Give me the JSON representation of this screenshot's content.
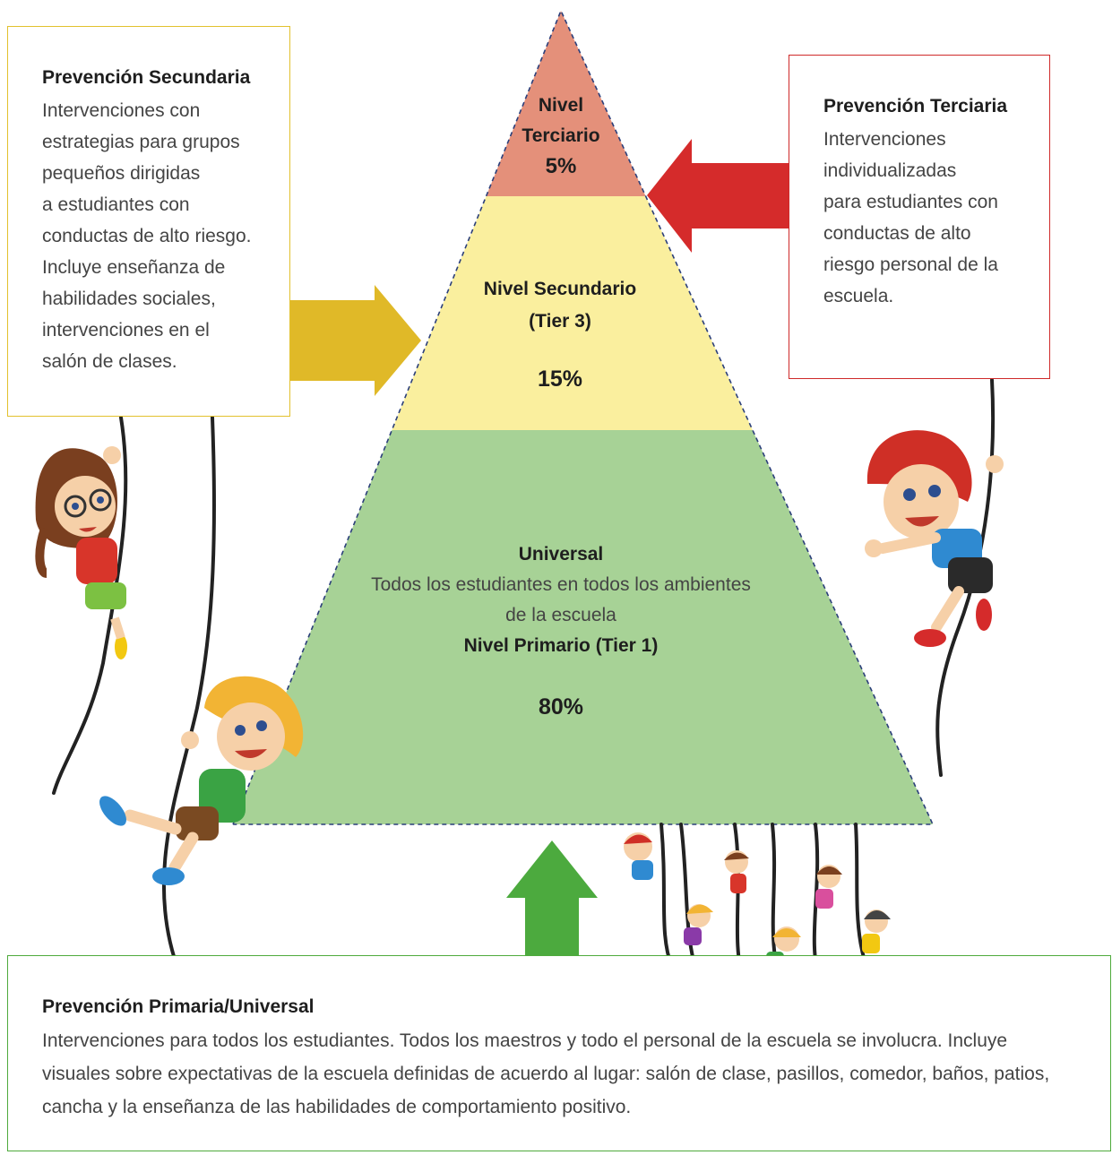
{
  "colors": {
    "tertiary_tier": "#e4907a",
    "secondary_tier": "#faef9e",
    "primary_tier": "#a7d296",
    "secondary_arrow": "#e0b928",
    "tertiary_arrow": "#d52b2b",
    "primary_arrow": "#4caa3e",
    "secondary_border": "#e2c12e",
    "tertiary_border": "#cf2a2a",
    "primary_border": "#4faa3c"
  },
  "pyramid": {
    "tertiary": {
      "line1": "Nivel",
      "line2": "Terciario",
      "percent": "5%"
    },
    "secondary": {
      "title": "Nivel Secundario",
      "tier": "(Tier 3)",
      "percent": "15%"
    },
    "primary": {
      "title": "Universal",
      "desc_line1": "Todos los estudiantes en todos los ambientes",
      "desc_line2": "de la escuela",
      "level": "Nivel Primario (Tier 1)",
      "percent": "80%"
    }
  },
  "boxes": {
    "secondary": {
      "title": "Prevención Secundaria",
      "lines": [
        "Intervenciones con",
        "estrategias para grupos",
        "pequeños dirigidas",
        "a estudiantes con",
        "conductas de alto riesgo.",
        "Incluye enseñanza de",
        "habilidades sociales,",
        "intervenciones en el",
        "salón de clases."
      ]
    },
    "tertiary": {
      "title": "Prevención Terciaria",
      "lines": [
        "Intervenciones",
        "individualizadas",
        "para estudiantes con",
        "conductas de alto",
        "riesgo personal de la",
        "escuela."
      ]
    },
    "primary": {
      "title": "Prevención Primaria/Universal",
      "lines": [
        "Intervenciones para todos los estudiantes. Todos los maestros y todo el personal de la escuela se involucra. Incluye",
        "visuales sobre expectativas de la escuela definidas de acuerdo al lugar: salón de clase, pasillos, comedor, baños, patios,",
        "cancha y la enseñanza de las habilidades de comportamiento positivo."
      ]
    }
  },
  "illustrations": [
    "girl-climbing-rope",
    "boy-climbing-rope-yellow-hat",
    "boy-climbing-rope-red-hair",
    "kids-climbing-ropes-group"
  ]
}
